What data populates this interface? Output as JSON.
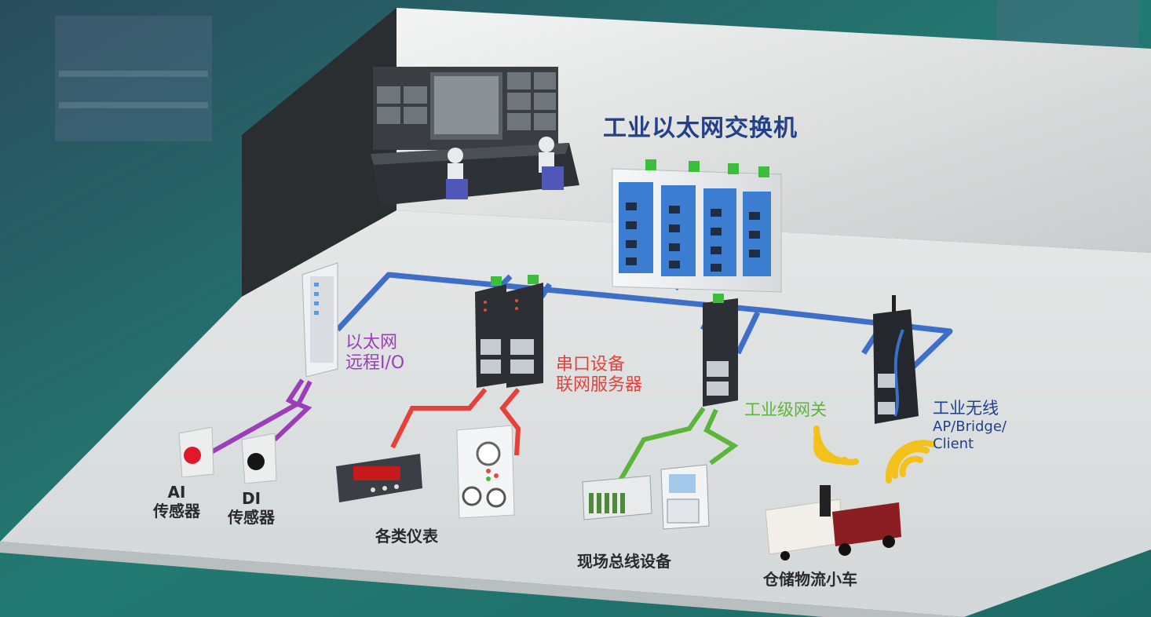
{
  "labels": {
    "switch_title": "工业以太网交换机",
    "remote_io": [
      "以太网",
      "远程I/O"
    ],
    "serial_server": [
      "串口设备",
      "联网服务器"
    ],
    "gateway": "工业级网关",
    "wireless": [
      "工业无线",
      "AP/Bridge/",
      "Client"
    ],
    "ai_sensor": [
      "AI",
      "传感器"
    ],
    "di_sensor": [
      "DI",
      "传感器"
    ],
    "meters": "各类仪表",
    "fieldbus": "现场总线设备",
    "agv": "仓储物流小车"
  },
  "colors": {
    "ethernet_line": "#3d6fc9",
    "remote_io_line": "#9b3fb8",
    "serial_line": "#e5413a",
    "gateway_line": "#5bb53b",
    "wireless_wave": "#f2c21b",
    "background": "#1f6e6a"
  },
  "icons": [
    "control-room",
    "ethernet-switch",
    "remote-io-module",
    "serial-device-server",
    "industrial-gateway",
    "wireless-ap",
    "ai-sensor",
    "di-sensor",
    "panel-meter",
    "gauge-instrument",
    "plc-rack",
    "hmi-panel",
    "agv-cart",
    "wireless-wave"
  ]
}
